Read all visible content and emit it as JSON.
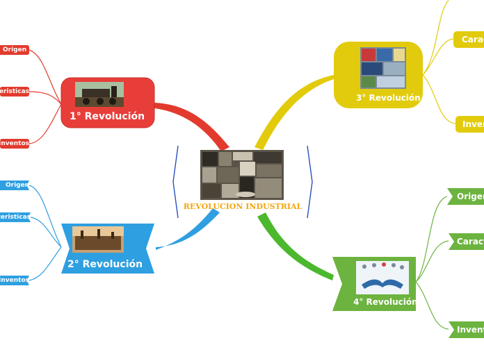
{
  "central": {
    "title": "REVOLUCION INDUSTRIAL",
    "image_icon": "industrial-collage-image"
  },
  "colors": {
    "red": "#e23b2e",
    "blue": "#2e9fe0",
    "yellow": "#e2cb0c",
    "green": "#6cb33f",
    "center_title": "#f2a612",
    "center_bracket": "#2a4fbf"
  },
  "branches": {
    "first": {
      "title": "1° Revolución",
      "image_icon": "steam-locomotive-image",
      "children": [
        "Origen",
        "Caracteristicas",
        "Inventos"
      ]
    },
    "second": {
      "title": "2° Revolución",
      "image_icon": "factory-painting-image",
      "children": [
        "Origen",
        "Caracteristicas",
        "Inventos"
      ]
    },
    "third": {
      "title": "3° Revolución",
      "image_icon": "technology-collage-image",
      "children": [
        "Caracteristicas",
        "Inventos"
      ]
    },
    "fourth": {
      "title": "4° Revolución",
      "image_icon": "digital-handshake-image",
      "children": [
        "Origen",
        "Caracteristicas",
        "Inventos"
      ]
    }
  }
}
